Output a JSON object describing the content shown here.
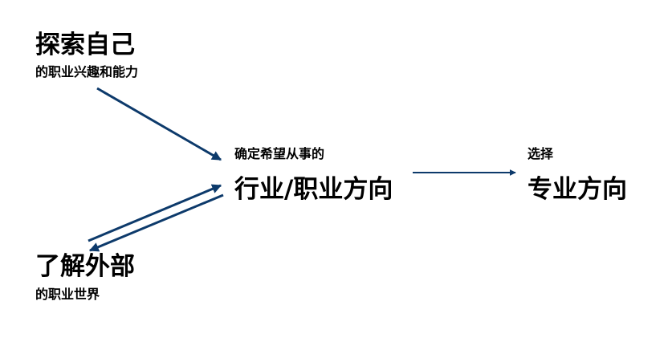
{
  "nodes": {
    "self": {
      "title": "探索自己",
      "subtitle": "的职业兴趣和能力"
    },
    "world": {
      "title": "了解外部",
      "subtitle": "的职业世界"
    },
    "direction": {
      "caption": "确定希望从事的",
      "title": "行业/职业方向"
    },
    "major": {
      "caption": "选择",
      "title": "专业方向"
    }
  },
  "colors": {
    "arrow": "#0d3a6b",
    "text": "#000000"
  }
}
